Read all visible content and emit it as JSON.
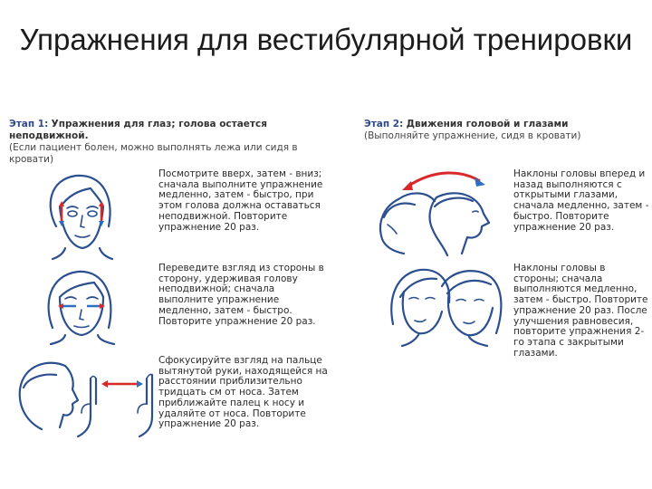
{
  "title": "Упражнения для вестибулярной тренировки",
  "stage1": {
    "label": "Этап 1:",
    "heading": "Упражнения для глаз; голова остается неподвижной.",
    "note": "(Если пациент болен, можно выполнять лежа или сидя в кровати)",
    "exercises": [
      "Посмотрите вверх, затем - вниз; сначала выполните упражнение медленно, затем - быстро, при этом голова должна оставаться неподвижной. Повторите упражнение 20 раз.",
      "Переведите взгляд из стороны в сторону, удерживая голову неподвижной; сначала выполните упражнение медленно, затем - быстро. Повторите упражнение 20 раз.",
      "Сфокусируйте взгляд на пальце вытянутой руки, находящейся на расстоянии приблизительно тридцать см от носа. Затем приближайте палец к носу и удаляйте от носа. Повторите упражнение 20 раз."
    ]
  },
  "stage2": {
    "label": "Этап 2:",
    "heading": "Движения головой и глазами",
    "note": "(Выполняйте упражнение, сидя в кровати)",
    "exercises": [
      "Наклоны головы вперед и назад выполняются с открытыми глазами, сначала медленно, затем - быстро. Повторите упражнение 20 раз.",
      "Наклоны головы в стороны; сначала выполняются медленно, затем - быстро. Повторите упражнение 20 раз. После улучшения равновесия, повторите упражнения 2-го этапа с закрытыми глазами."
    ]
  },
  "colors": {
    "outline": "#2c4f8f",
    "arrow_red": "#d8282a",
    "arrow_blue": "#2c6fc2",
    "heading": "#2f4a86"
  },
  "icons": [
    "face-eyes-up-down-icon",
    "face-eyes-side-to-side-icon",
    "head-finger-focus-icon",
    "head-nod-icon",
    "head-tilt-icon"
  ]
}
